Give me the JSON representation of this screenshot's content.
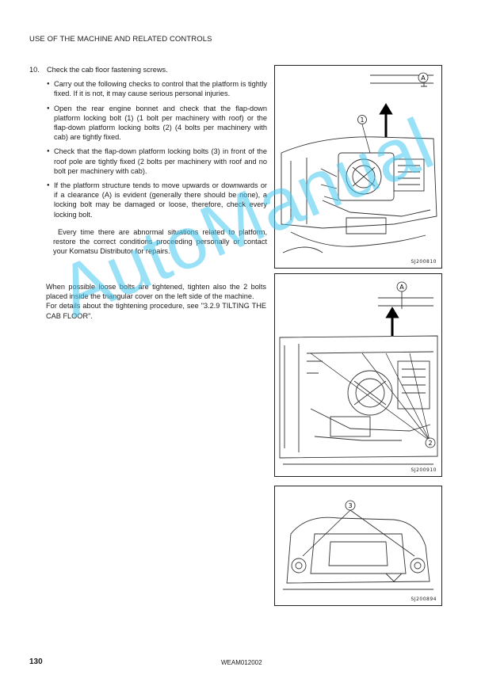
{
  "header": {
    "section_title": "USE OF THE MACHINE AND RELATED CONTROLS"
  },
  "step": {
    "number": "10.",
    "title": "Check the cab floor fastening screws.",
    "bullets": [
      "Carry out the following checks to control that the platform is tightly fixed. If it is not, it may cause serious personal injuries.",
      "Open the rear engine bonnet and check that the flap-down platform locking bolt (1) (1 bolt per machinery with roof) or the flap-down platform locking bolts (2) (4 bolts per machinery with cab) are tightly fixed.",
      "Check that the flap-down platform locking bolts (3) in front of the roof pole are tightly fixed (2 bolts per machinery with roof and no bolt per machinery with cab).",
      "If the platform structure tends to move upwards or downwards or if a clearance (A) is evident (generally there should be none), a locking bolt may be damaged or loose, therefore, check every locking bolt."
    ],
    "note": "Every time there are abnormal situations related to platform, restore the correct conditions proceeding personally or contact your Komatsu Distributor for repairs."
  },
  "section2": {
    "paragraph1": "When possible loose bolts are tightened, tighten also the 2 bolts placed inside the triangular cover on the left side of the machine.",
    "paragraph2": "For details about the tightening procedure, see \"3.2.9 TILTING THE CAB FLOOR\"."
  },
  "figures": [
    {
      "code": "SJ200810",
      "callouts": [
        "A",
        "1"
      ]
    },
    {
      "code": "SJ200910",
      "callouts": [
        "A",
        "2"
      ]
    },
    {
      "code": "SJ200894",
      "callouts": [
        "3"
      ]
    }
  ],
  "footer": {
    "page_number": "130",
    "doc_code": "WEAM012002"
  },
  "watermark": {
    "text": "AutoManual"
  }
}
